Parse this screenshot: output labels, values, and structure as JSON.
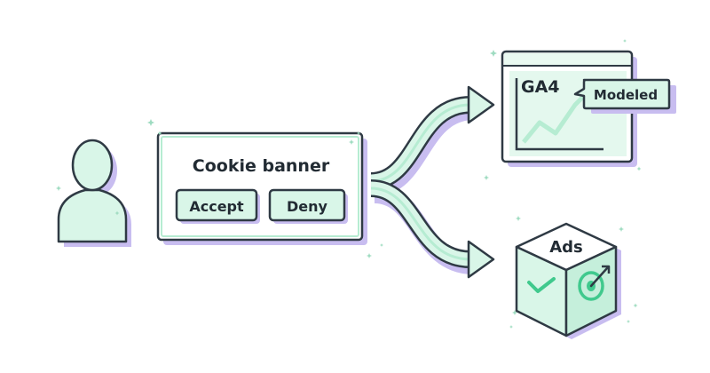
{
  "cookie_banner": {
    "title": "Cookie banner",
    "accept_label": "Accept",
    "deny_label": "Deny"
  },
  "ga4": {
    "title": "GA4",
    "badge_label": "Modeled"
  },
  "ads": {
    "title": "Ads"
  },
  "colors": {
    "outline": "#2f3a44",
    "mint": "#d9f6e8",
    "mint_mid": "#b6ecd2",
    "lavender": "#c8bdf0",
    "green_accent": "#40c98d",
    "background": "#ffffff"
  },
  "icons": [
    "user-silhouette-icon",
    "check-icon",
    "target-arrow-icon",
    "sparkle-icon",
    "trend-line-icon",
    "flow-arrow-icon"
  ]
}
